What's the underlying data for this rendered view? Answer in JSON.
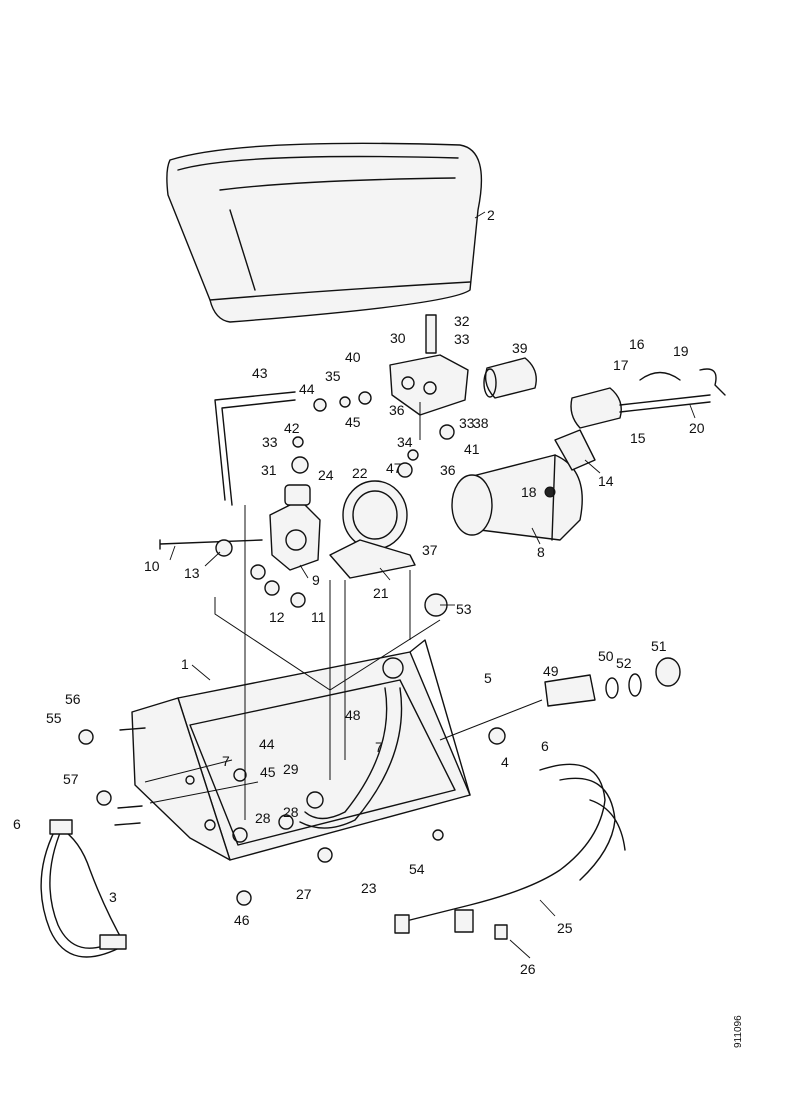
{
  "diagram": {
    "callouts": [
      "1",
      "2",
      "3",
      "4",
      "5",
      "6",
      "6",
      "7",
      "7",
      "8",
      "9",
      "10",
      "11",
      "12",
      "13",
      "14",
      "15",
      "16",
      "17",
      "18",
      "19",
      "20",
      "21",
      "22",
      "23",
      "24",
      "25",
      "26",
      "27",
      "28",
      "28",
      "29",
      "30",
      "31",
      "32",
      "33",
      "33",
      "33",
      "34",
      "35",
      "36",
      "36",
      "37",
      "38",
      "39",
      "40",
      "41",
      "42",
      "43",
      "44",
      "44",
      "45",
      "45",
      "46",
      "47",
      "48",
      "49",
      "50",
      "51",
      "52",
      "53",
      "54",
      "55",
      "56",
      "57"
    ],
    "figure_code": "911096"
  }
}
